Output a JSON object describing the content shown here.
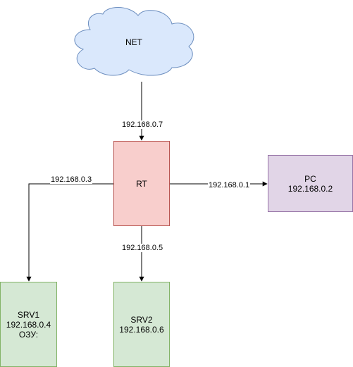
{
  "colors": {
    "cloud_fill": "#dae8fc",
    "cloud_stroke": "#6c8ebf",
    "router_fill": "#f8cecc",
    "router_stroke": "#b85450",
    "pc_fill": "#e1d5e7",
    "pc_stroke": "#9673a6",
    "server_fill": "#d5e8d4",
    "server_stroke": "#82b366",
    "edge": "#000000"
  },
  "nodes": {
    "net": {
      "label": "NET"
    },
    "rt": {
      "label": "RT"
    },
    "pc": {
      "line1": "PC",
      "line2": "192.168.0.2"
    },
    "srv1": {
      "line1": "SRV1",
      "line2": "192.168.0.4",
      "line3": "ОЗУ:"
    },
    "srv2": {
      "line1": "SRV2",
      "line2": "192.168.0.6"
    }
  },
  "edges": {
    "net_rt": "192.168.0.7",
    "rt_pc": "192.168.0.1",
    "rt_srv1": "192.168.0.3",
    "rt_srv2": "192.168.0.5"
  }
}
